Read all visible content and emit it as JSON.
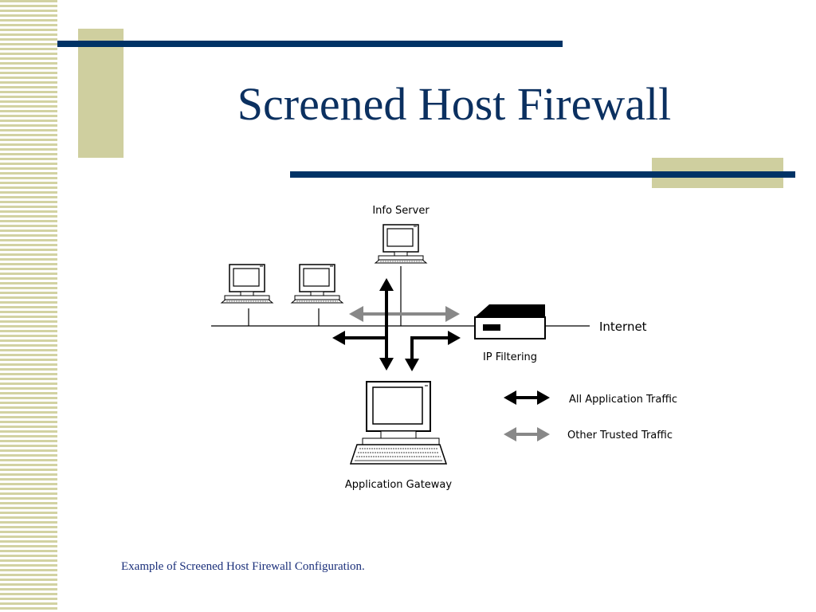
{
  "slide": {
    "title": "Screened Host Firewall",
    "caption": "Example of Screened Host Firewall Configuration."
  },
  "diagram": {
    "nodes": {
      "info_server": "Info Server",
      "internet": "Internet",
      "ip_filtering": "IP Filtering",
      "application_gateway": "Application Gateway"
    },
    "legend": {
      "all_traffic": "All Application Traffic",
      "trusted_traffic": "Other Trusted Traffic"
    }
  },
  "colors": {
    "navy": "#003366",
    "tan": "#cfcf9f",
    "stripe": "#d2d2a2",
    "application_traffic": "#000000",
    "trusted_traffic": "#888888"
  }
}
